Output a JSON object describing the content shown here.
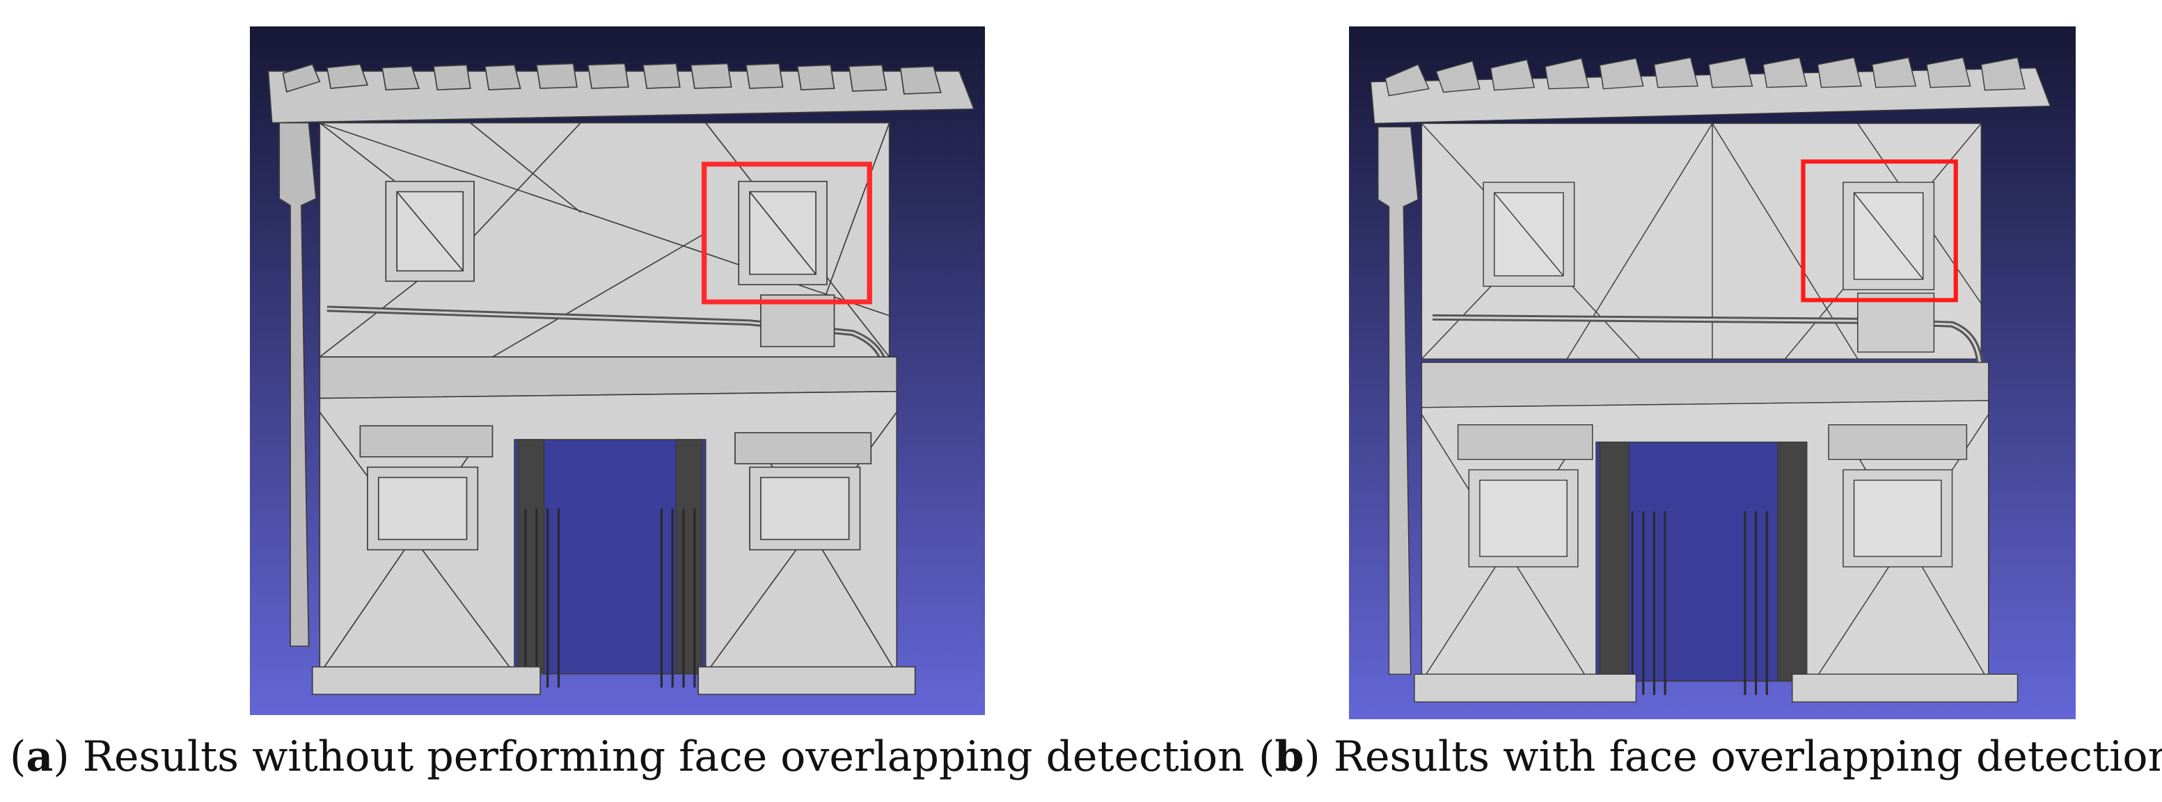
{
  "figure": {
    "panels": [
      {
        "id": "a",
        "label": "a",
        "caption": "Results without performing face overlapping detection",
        "image_subject": "wireframe-mesh-building-facade",
        "highlight_color": "#ff2a2a"
      },
      {
        "id": "b",
        "label": "b",
        "caption": "Results with face overlapping detection",
        "image_subject": "wireframe-mesh-building-facade",
        "highlight_color": "#ff1a1a"
      }
    ],
    "colors": {
      "background_top": "#171836",
      "background_bottom": "#6466d6",
      "mesh_fill": "#d3d3d3",
      "mesh_edge": "#3a3a3a"
    }
  }
}
